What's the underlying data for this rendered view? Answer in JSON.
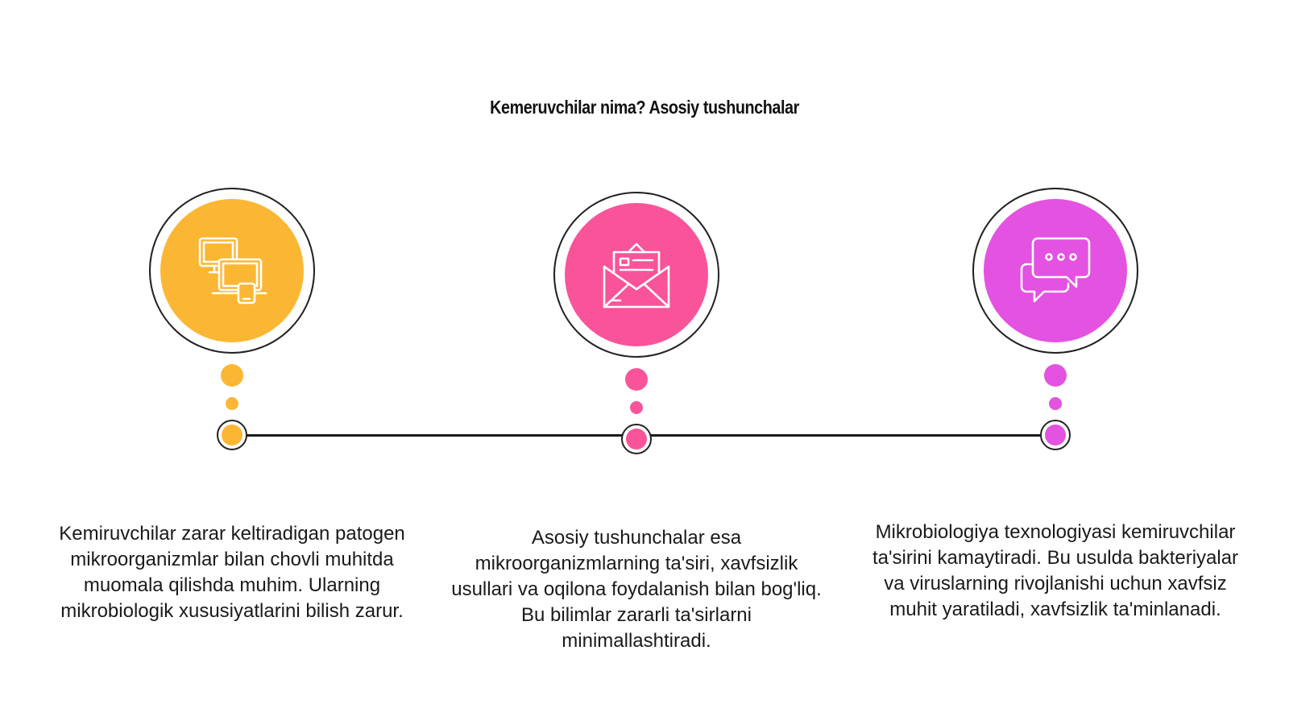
{
  "title": "Kemeruvchilar nima? Asosiy tushunchalar",
  "colors": {
    "step1": "#fbb734",
    "step2": "#f9549a",
    "step3": "#e352e0",
    "line": "#1a1a1a"
  },
  "steps": [
    {
      "icon": "devices-icon",
      "text": "Kemiruvchilar zarar keltiradigan patogen mikroorganizmlar bilan chovli muhitda muomala qilishda muhim. Ularning mikrobiologik xususiyatlarini bilish zarur."
    },
    {
      "icon": "envelope-letter-icon",
      "text": "Asosiy tushunchalar esa mikroorganizmlarning ta'siri, xavfsizlik usullari va oqilona foydalanish bilan bog'liq. Bu bilimlar zararli ta'sirlarni minimallashtiradi."
    },
    {
      "icon": "chat-bubbles-icon",
      "text": "Mikrobiologiya texnologiyasi kemiruvchilar ta'sirini kamaytiradi. Bu usulda bakteriyalar va viruslarning rivojlanishi uchun xavfsiz muhit yaratiladi, xavfsizlik ta'minlanadi."
    }
  ]
}
